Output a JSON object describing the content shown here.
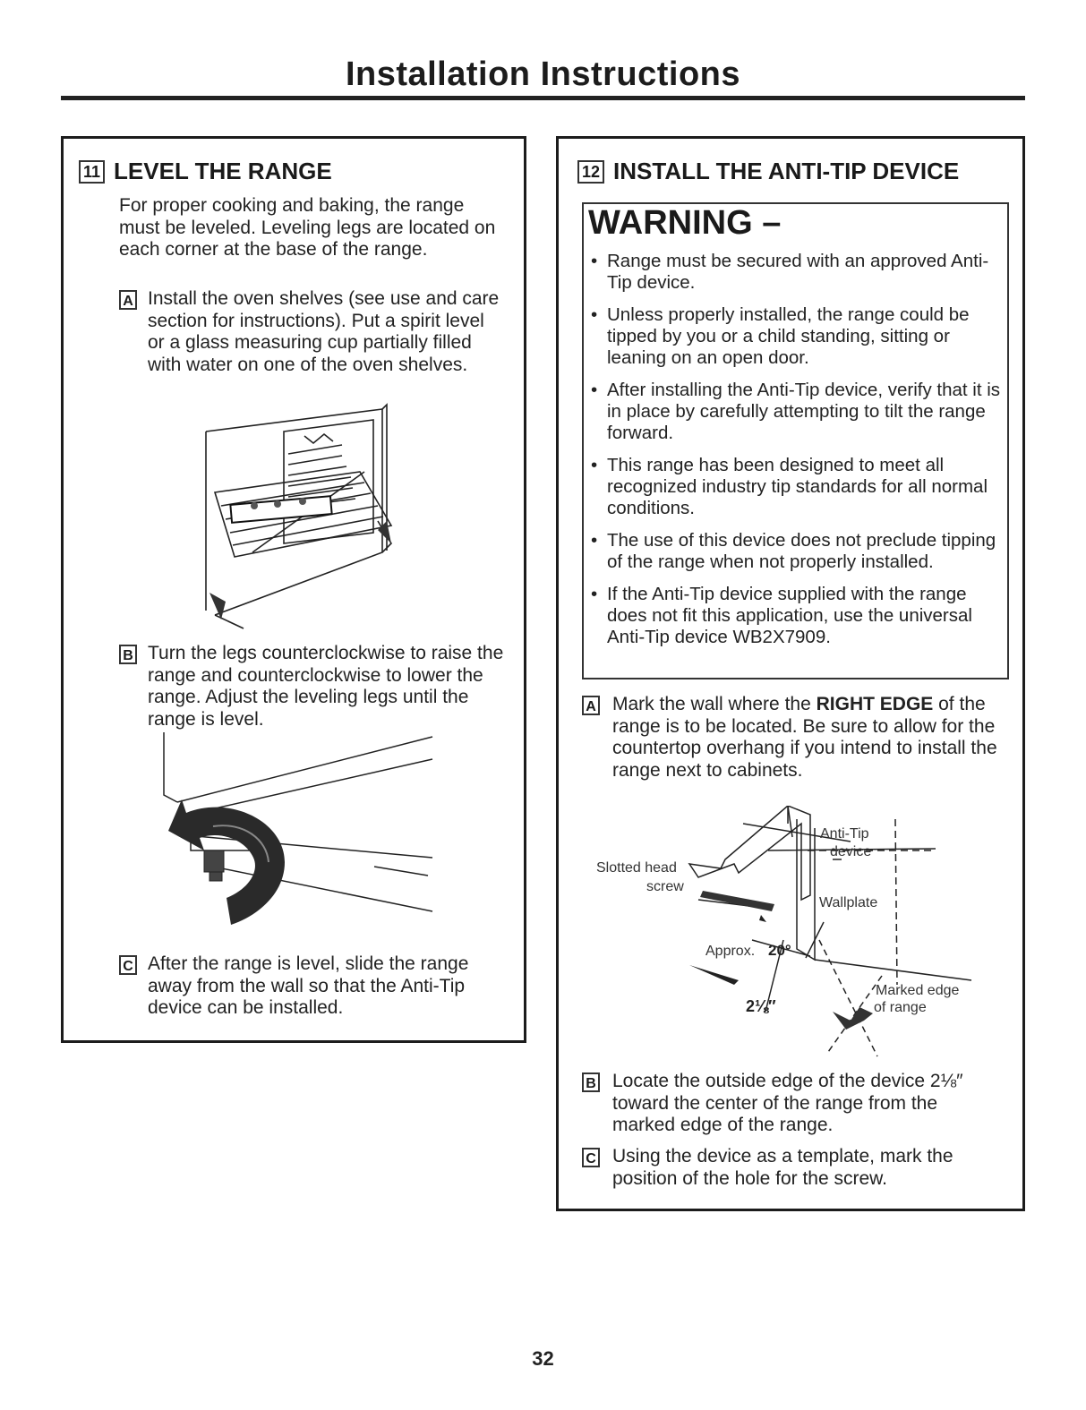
{
  "page": {
    "title": "Installation Instructions",
    "page_number": "32"
  },
  "left": {
    "num": "11",
    "heading": "LEVEL THE RANGE",
    "intro": "For proper cooking and baking, the range must be leveled. Leveling legs are located on each corner at the base of the range.",
    "steps": [
      {
        "letter": "A",
        "text": "Install the oven shelves (see use and care section for instructions). Put a spirit level or a glass measuring cup partially filled with water on one of the oven shelves."
      },
      {
        "letter": "B",
        "text": "Turn the legs counterclockwise to raise the range and counterclockwise to lower the range. Adjust the leveling legs until the range is level."
      },
      {
        "letter": "C",
        "text": "After the range is level, slide the range away from the wall so that the Anti-Tip device can be installed."
      }
    ]
  },
  "right": {
    "num": "12",
    "heading": "INSTALL THE ANTI-TIP DEVICE",
    "warning": {
      "title": "WARNING –",
      "bullets": [
        "Range must be secured with an approved Anti-Tip device.",
        "Unless properly installed, the range could be tipped by you or a child standing, sitting or leaning on an open door.",
        "After installing the Anti-Tip device, verify that it is in place by carefully attempting to tilt the range forward.",
        "This range has been designed to meet all recognized industry tip standards for all normal conditions.",
        "The use of this device does not preclude tipping of the range when not properly installed.",
        "If the Anti-Tip device supplied with the range does not fit this application, use the universal Anti-Tip device WB2X7909."
      ]
    },
    "step_a": {
      "letter": "A",
      "pre": "Mark the wall where the ",
      "bold": "RIGHT EDGE",
      "post": " of the range is to be located. Be sure to allow for the countertop overhang if you intend to install the range next to cabinets."
    },
    "diagram": {
      "anti_tip_1": "Anti-Tip",
      "anti_tip_2": "device",
      "slotted_1": "Slotted head",
      "slotted_2": "screw",
      "wallplate": "Wallplate",
      "approx": "Approx.",
      "angle": "20°",
      "measure": "2⅛″",
      "marked_1": "Marked edge",
      "marked_2": "of range"
    },
    "steps": [
      {
        "letter": "B",
        "text": "Locate the outside edge of the device 2⅛″ toward the center of the range from the marked edge of the range."
      },
      {
        "letter": "C",
        "text": "Using the device as a template, mark the position of the hole for the screw."
      }
    ]
  }
}
